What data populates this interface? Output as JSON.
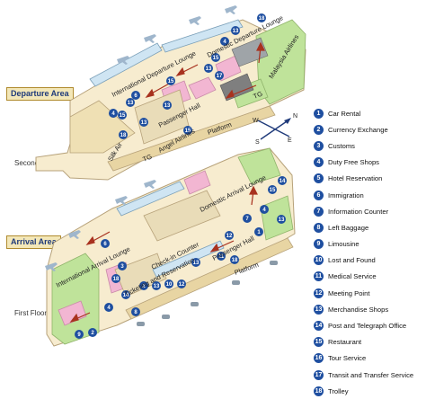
{
  "areas": {
    "departure": "Departure Area",
    "arrival": "Arrival Area"
  },
  "floors": {
    "second": "Second Floor",
    "first": "First Floor"
  },
  "compass": {
    "n": "N",
    "s": "S",
    "e": "E",
    "w": "W"
  },
  "departure_labels": {
    "international": "International Departure Lounge",
    "domestic": "Domestic Departure Lounge",
    "malaysia": "Malaysia Airlines",
    "passenger_hall": "Passenger Hall",
    "platform": "Platform",
    "silk_air": "Silk Air",
    "tg": "TG",
    "angel": "Angel Airlines",
    "tg2": "TG"
  },
  "arrival_labels": {
    "domestic": "Domestic Arrival Lounge",
    "international": "International Arrival Lounge",
    "checkin": "Check-in Counter",
    "passenger_hall": "Passenger Hall",
    "ticketing": "Ticketing and Reservation",
    "platform": "Platform"
  },
  "legend": [
    {
      "num": "1",
      "label": "Car Rental"
    },
    {
      "num": "2",
      "label": "Currency Exchange"
    },
    {
      "num": "3",
      "label": "Customs"
    },
    {
      "num": "4",
      "label": "Duty Free Shops"
    },
    {
      "num": "5",
      "label": "Hotel Reservation"
    },
    {
      "num": "6",
      "label": "Immigration"
    },
    {
      "num": "7",
      "label": "Information Counter"
    },
    {
      "num": "8",
      "label": "Left Baggage"
    },
    {
      "num": "9",
      "label": "Limousine"
    },
    {
      "num": "10",
      "label": "Lost and Found"
    },
    {
      "num": "11",
      "label": "Medical Service"
    },
    {
      "num": "12",
      "label": "Meeting Point"
    },
    {
      "num": "13",
      "label": "Merchandise Shops"
    },
    {
      "num": "14",
      "label": "Post and Telegraph Office"
    },
    {
      "num": "15",
      "label": "Restaurant"
    },
    {
      "num": "16",
      "label": "Tour Service"
    },
    {
      "num": "17",
      "label": "Transit and Transfer Service"
    },
    {
      "num": "18",
      "label": "Trolley"
    }
  ],
  "colors": {
    "floor_fill": "#f7eccf",
    "wall": "#b7a27a",
    "pink": "#f2b6d2",
    "green": "#bfe39a",
    "blue_glass": "#cfe5f3",
    "marker": "#1f4fa0",
    "arrow": "#a8321f"
  }
}
